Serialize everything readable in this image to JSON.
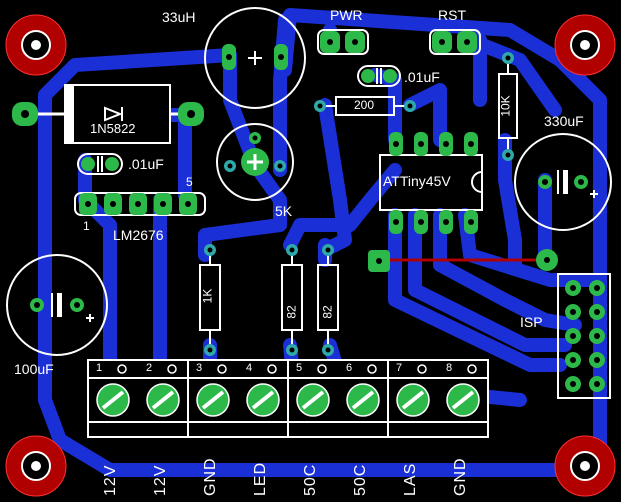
{
  "colors": {
    "background": "#000000",
    "trace": "#1a2fd6",
    "pad": "#2fa8a8",
    "pad_green": "#2db84a",
    "silkscreen": "#ffffff",
    "top_trace": "#b00000",
    "mount_hole": "#b00000"
  },
  "components": {
    "inductor": "33uH",
    "diode": "1N5822",
    "cap_left_small": ".01uF",
    "cap_top_small": ".01uF",
    "regulator": "LM2676",
    "reg_pin1": "1",
    "reg_pin5": "5",
    "trimmer": "5K",
    "resistor_top": "200",
    "resistor_right": "10K",
    "resistor_1k": "1K",
    "resistor_82a": "82",
    "resistor_82b": "82",
    "mcu": "ATTiny45V",
    "cap_right": "330uF",
    "cap_left": "100uF",
    "header_pwr": "PWR",
    "header_rst": "RST",
    "header_isp": "ISP"
  },
  "terminal": {
    "pins": [
      "1",
      "2",
      "3",
      "4",
      "5",
      "6",
      "7",
      "8"
    ],
    "labels": [
      "12V",
      "12V",
      "GND",
      "LED",
      "50C",
      "50C",
      "LAS",
      "GND"
    ]
  }
}
